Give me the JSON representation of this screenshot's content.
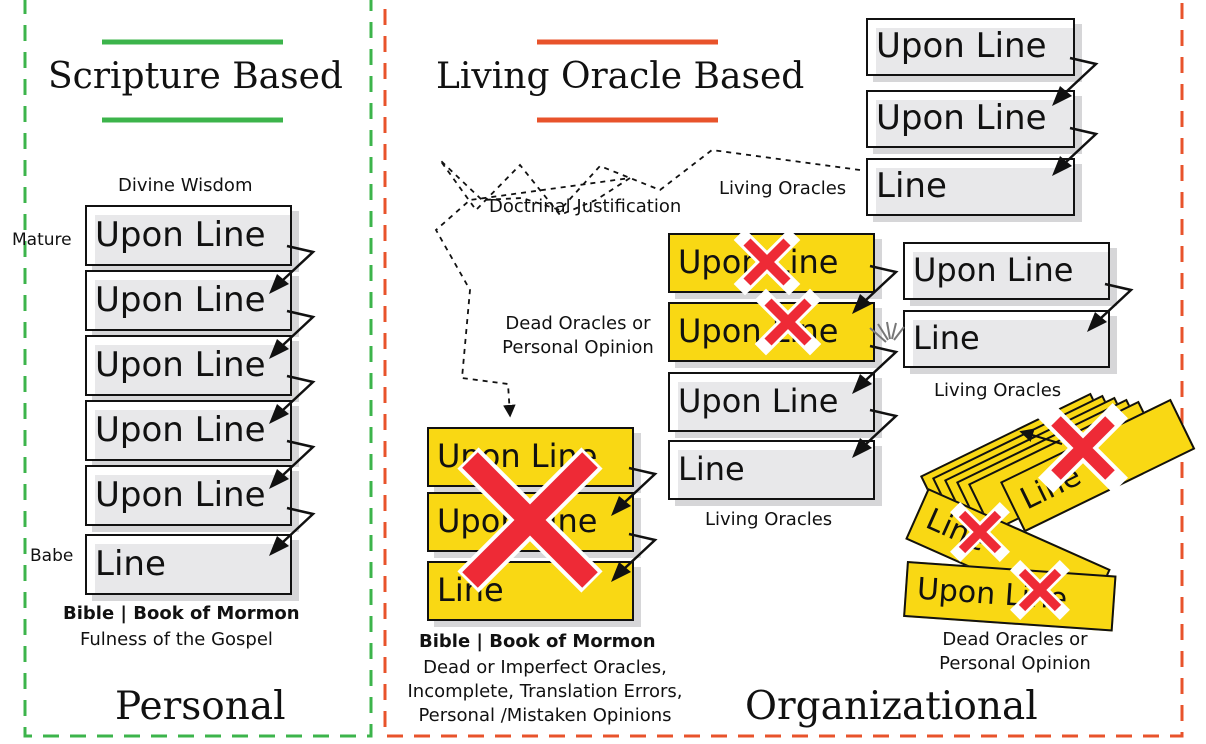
{
  "colors": {
    "scripture": "#3cb44b",
    "oracle": "#e8532b",
    "yellow": "#f9d814",
    "red": "#ee2a36",
    "box_fill": "#e8e8ea"
  },
  "icons": [
    "dashed-arrow-icon",
    "zigzag-arrow-icon",
    "red-x-icon",
    "blocked-arrow-icon"
  ],
  "left": {
    "title": "Scripture Based",
    "top_label": "Divine Wisdom",
    "mature_label": "Mature",
    "babe_label": "Babe",
    "stack": [
      "Upon Line",
      "Upon Line",
      "Upon Line",
      "Upon Line",
      "Upon Line",
      "Line"
    ],
    "caption_bold": "Bible | Book of Mormon",
    "caption": "Fulness of the Gospel",
    "footer": "Personal"
  },
  "right": {
    "title": "Living Oracle Based",
    "doctrinal": "Doctrinal Justification",
    "dead_oracles": "Dead Oracles or",
    "personal_opinion": "Personal Opinion",
    "top_stack": [
      "Upon Line",
      "Upon Line",
      "Line"
    ],
    "top_stack_label": "Living Oracles",
    "middle_stack": [
      "Upon Line",
      "Upon Line",
      "Upon Line",
      "Line"
    ],
    "middle_stack_label": "Living Oracles",
    "side_stack": [
      "Upon Line",
      "Line"
    ],
    "side_stack_label": "Living Oracles",
    "yellow_stack": [
      "Upon Line",
      "Upon Line",
      "Line"
    ],
    "caption_bold": "Bible | Book of Mormon",
    "caption_lines": [
      "Dead or Imperfect Oracles,",
      "Incomplete, Translation Errors,",
      "Personal /Mistaken Opinions"
    ],
    "scattered": [
      "Line",
      "Line",
      "Upon Line"
    ],
    "scattered_label_1": "Dead Oracles or",
    "scattered_label_2": "Personal Opinion",
    "footer": "Organizational"
  }
}
